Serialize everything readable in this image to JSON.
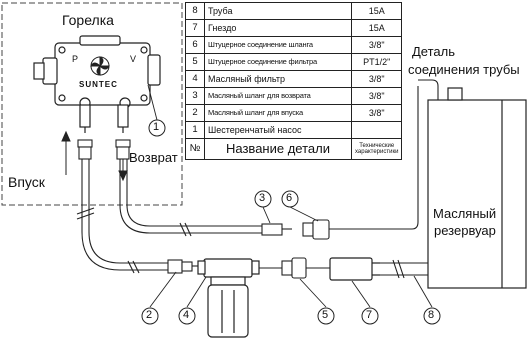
{
  "labels": {
    "burner": "Горелка",
    "brand": "SUNTEC",
    "port_p": "P",
    "port_v": "V",
    "inlet": "Впуск",
    "return": "Возврат",
    "pipe_detail_line1": "Деталь",
    "pipe_detail_line2": "соединения трубы",
    "tank_line1": "Масляный",
    "tank_line2": "резервуар"
  },
  "parts_table": {
    "header": {
      "no": "№",
      "name": "Название детали",
      "spec_line1": "Технические",
      "spec_line2": "характеристики"
    },
    "rows": [
      {
        "no": "8",
        "name": "Труба",
        "spec": "15A"
      },
      {
        "no": "7",
        "name": "Гнездо",
        "spec": "15A"
      },
      {
        "no": "6",
        "name": "Штуцерное соединение шланга",
        "spec": "3/8\""
      },
      {
        "no": "5",
        "name": "Штуцерное соединение фильтра",
        "spec": "PT1/2\""
      },
      {
        "no": "4",
        "name": "Масляный фильтр",
        "spec": "3/8\""
      },
      {
        "no": "3",
        "name": "Масляный шланг для возврата",
        "spec": "3/8\""
      },
      {
        "no": "2",
        "name": "Масляный шланг для впуска",
        "spec": "3/8\""
      },
      {
        "no": "1",
        "name": "Шестеренчатый насос",
        "spec": ""
      }
    ]
  },
  "callouts": [
    "1",
    "2",
    "3",
    "4",
    "5",
    "6",
    "7",
    "8"
  ]
}
